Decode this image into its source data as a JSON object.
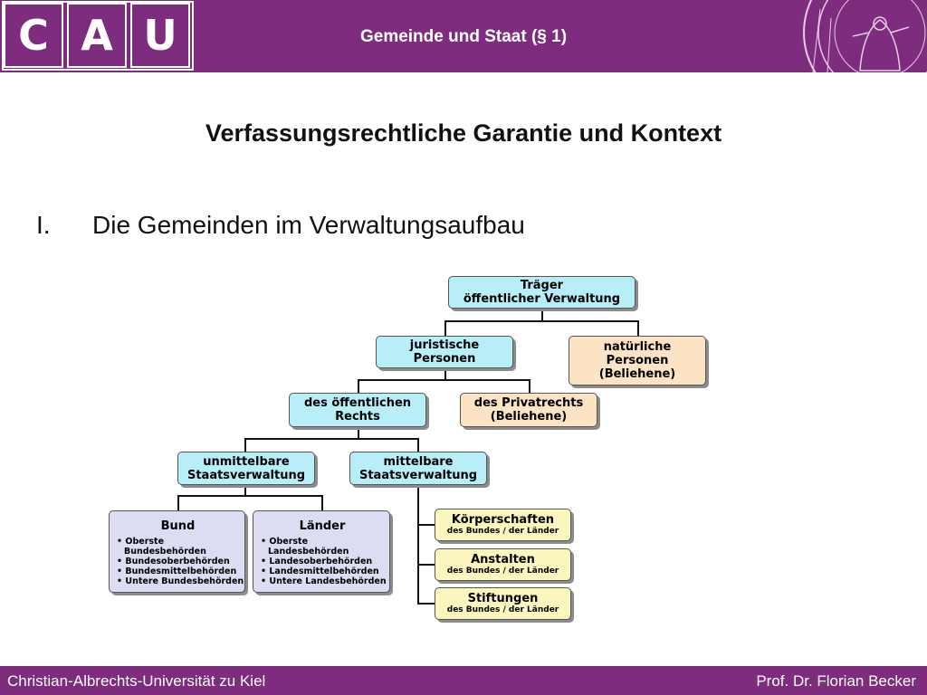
{
  "header": {
    "logo_letters": [
      "C",
      "A",
      "U"
    ],
    "title": "Gemeinde und Staat (§ 1)"
  },
  "slide": {
    "title": "Verfassungsrechtliche Garantie und Kontext",
    "item_number": "I.",
    "item_text": "Die Gemeinden im Verwaltungsaufbau"
  },
  "diagram": {
    "root": [
      "Träger",
      "öffentlicher Verwaltung"
    ],
    "juristische": [
      "juristische",
      "Personen"
    ],
    "natuerliche": [
      "natürliche",
      "Personen",
      "(Beliehene)"
    ],
    "oeffentlich": [
      "des öffentlichen",
      "Rechts"
    ],
    "privat": [
      "des Privatrechts",
      "(Beliehene)"
    ],
    "unmittelbar": [
      "unmittelbare",
      "Staatsverwaltung"
    ],
    "mittelbar": [
      "mittelbare",
      "Staatsverwaltung"
    ],
    "bund": {
      "head": "Bund",
      "items": [
        "• Oberste",
        "  Bundesbehörden",
        "• Bundesoberbehörden",
        "• Bundesmittelbehörden",
        "• Untere Bundesbehörden"
      ]
    },
    "laender": {
      "head": "Länder",
      "items": [
        "• Oberste",
        "  Landesbehörden",
        "• Landesoberbehörden",
        "• Landesmittelbehörden",
        "• Untere Landesbehörden"
      ]
    },
    "koerperschaften": [
      "Körperschaften",
      "des Bundes / der Länder"
    ],
    "anstalten": [
      "Anstalten",
      "des Bundes / der Länder"
    ],
    "stiftungen": [
      "Stiftungen",
      "des Bundes / der Länder"
    ]
  },
  "footer": {
    "left": "Christian-Albrechts-Universität zu Kiel",
    "right": "Prof. Dr. Florian Becker"
  },
  "colors": {
    "brand": "#7e2c7d",
    "node_cyan": "#b7eef7",
    "node_peach": "#fbe3c3",
    "node_lavender": "#dcdcf2",
    "node_yellow": "#fbf6bd"
  },
  "icons": {
    "seal": "university-seal-icon"
  }
}
